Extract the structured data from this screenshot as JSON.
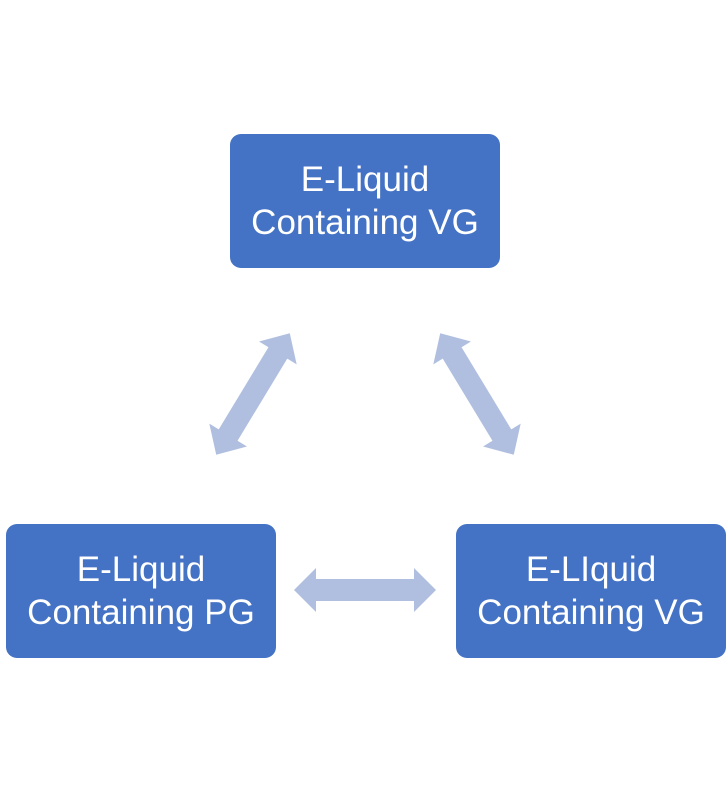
{
  "diagram": {
    "type": "cycle",
    "colors": {
      "node_fill": "#4472C4",
      "node_text": "#FFFFFF",
      "arrow_fill": "#B0BFE0"
    },
    "nodes": [
      {
        "id": "top",
        "line1": "E-Liquid",
        "line2": "Containing VG"
      },
      {
        "id": "left",
        "line1": "E-Liquid",
        "line2": "Containing PG"
      },
      {
        "id": "right",
        "line1": "E-LIquid",
        "line2": "Containing VG"
      }
    ],
    "edges": [
      {
        "from": "top",
        "to": "left",
        "bidirectional": true
      },
      {
        "from": "top",
        "to": "right",
        "bidirectional": true
      },
      {
        "from": "left",
        "to": "right",
        "bidirectional": true
      }
    ]
  }
}
